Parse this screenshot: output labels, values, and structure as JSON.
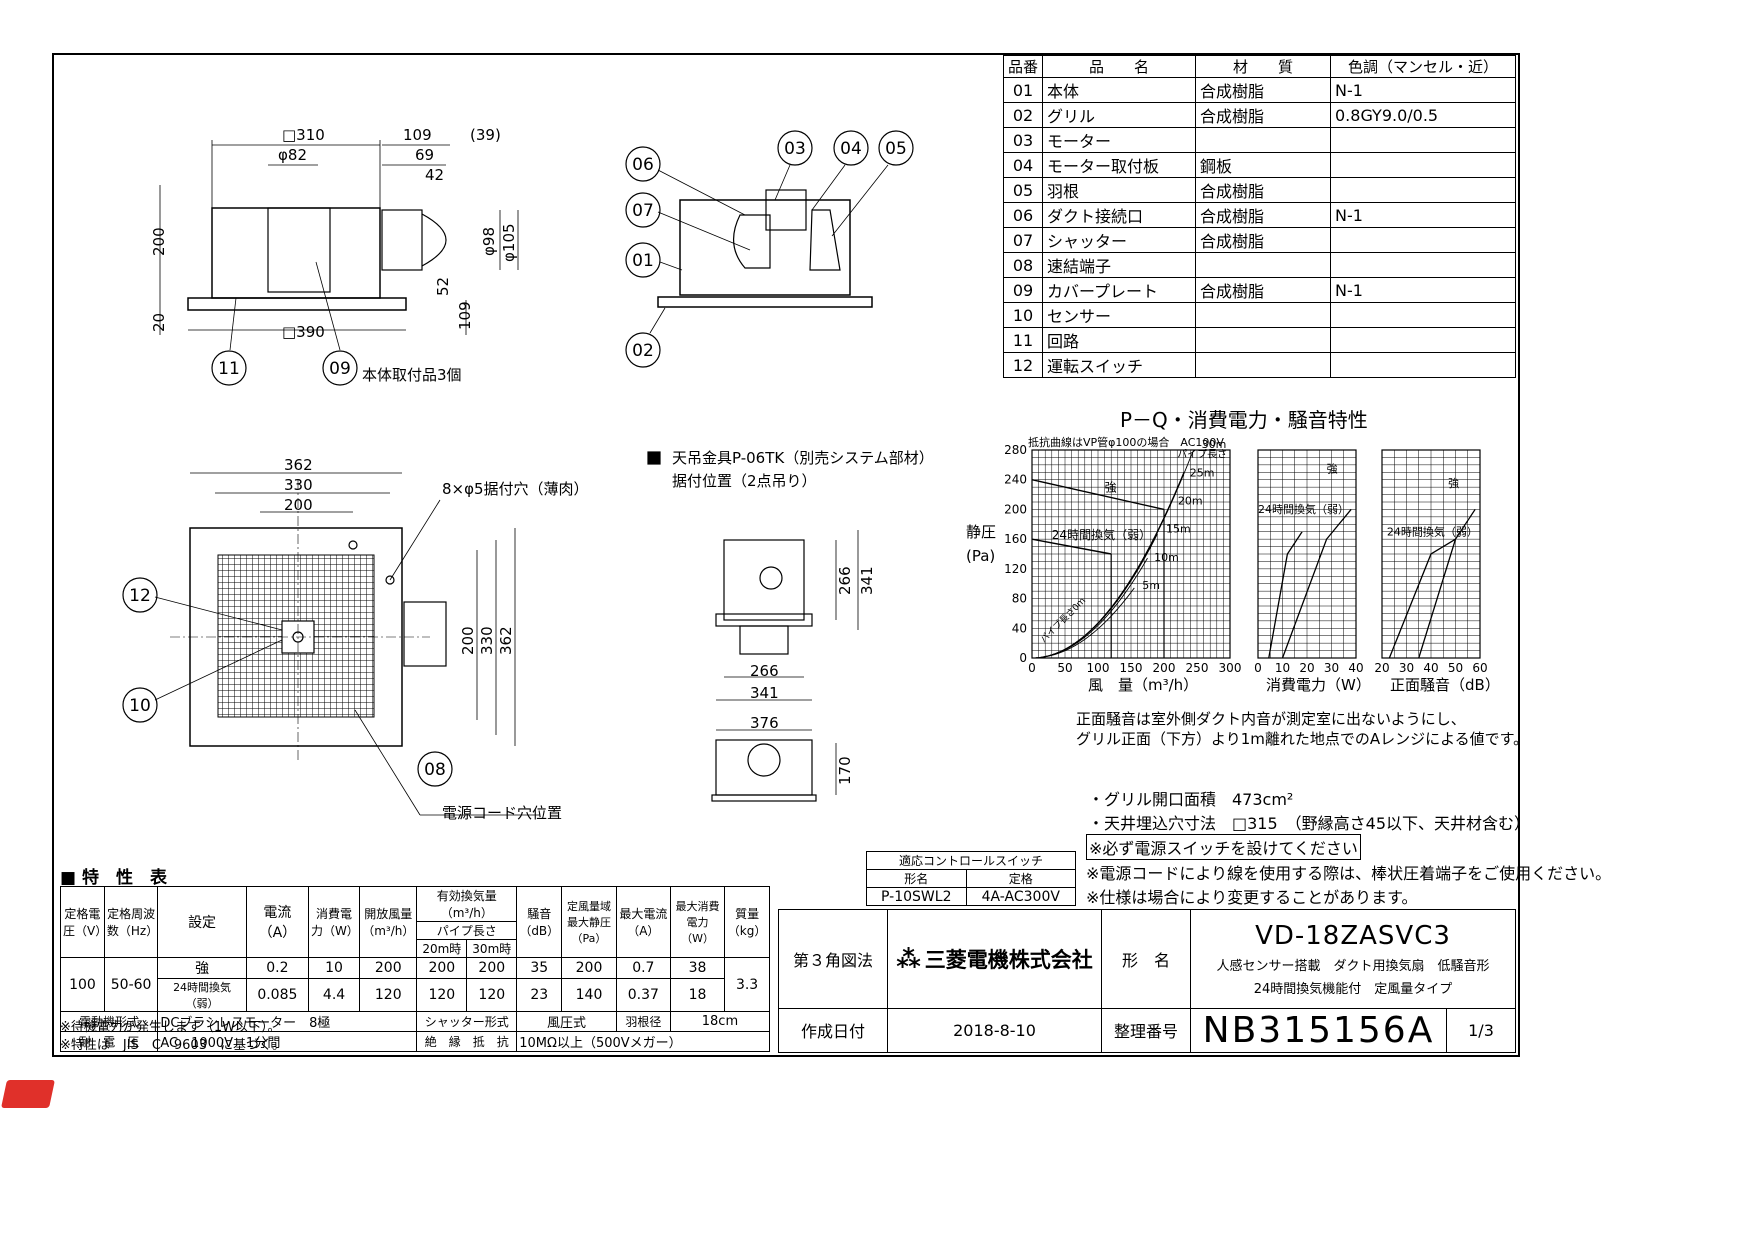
{
  "parts_table": {
    "headers": [
      "品番",
      "品　　名",
      "材　　質",
      "色調（マンセル・近）"
    ],
    "rows": [
      [
        "01",
        "本体",
        "合成樹脂",
        "N-1"
      ],
      [
        "02",
        "グリル",
        "合成樹脂",
        "0.8GY9.0/0.5"
      ],
      [
        "03",
        "モーター",
        "",
        ""
      ],
      [
        "04",
        "モーター取付板",
        "鋼板",
        ""
      ],
      [
        "05",
        "羽根",
        "合成樹脂",
        ""
      ],
      [
        "06",
        "ダクト接続口",
        "合成樹脂",
        "N-1"
      ],
      [
        "07",
        "シャッター",
        "合成樹脂",
        ""
      ],
      [
        "08",
        "速結端子",
        "",
        ""
      ],
      [
        "09",
        "カバープレート",
        "合成樹脂",
        "N-1"
      ],
      [
        "10",
        "センサー",
        "",
        ""
      ],
      [
        "11",
        "回路",
        "",
        ""
      ],
      [
        "12",
        "運転スイッチ",
        "",
        ""
      ]
    ]
  },
  "drawing_labels": {
    "dims_top": [
      "□310",
      "φ82",
      "109",
      "69",
      "42",
      "(39)",
      "200",
      "20",
      "□390",
      "52",
      "109",
      "φ98",
      "φ105"
    ],
    "mount_note": "本体取付品3個",
    "dims_plan": [
      "362",
      "330",
      "200",
      "200",
      "330",
      "362"
    ],
    "screw_hole": "8×φ5据付穴（薄肉）",
    "cord_hole": "電源コード穴位置",
    "hanger_title": "天吊金具P-06TK（別売システム部材）",
    "hanger_sub": "据付位置（2点吊り）",
    "dims_hanger": [
      "266",
      "341",
      "266",
      "341",
      "376",
      "170"
    ],
    "balloons": [
      "01",
      "02",
      "03",
      "04",
      "05",
      "06",
      "07",
      "08",
      "09",
      "10",
      "11",
      "12"
    ]
  },
  "chart_title": "P－Q・消費電力・騒音特性",
  "chart_data": {
    "type": "line",
    "note": "抵抗曲線はVP管φ100の場合　AC100V",
    "pq": {
      "xlabel": "風　量（m³/h）",
      "ylabel": "静圧(Pa)",
      "x_ticks": [
        0,
        50,
        100,
        150,
        200,
        250,
        300
      ],
      "y_ticks": [
        0,
        40,
        80,
        120,
        160,
        200,
        240,
        280
      ],
      "xlim": [
        0,
        300
      ],
      "ylim": [
        0,
        280
      ],
      "series": [
        {
          "name": "強",
          "x": [
            0,
            200
          ],
          "y": [
            240,
            200
          ]
        },
        {
          "name": "24時間換気（弱）",
          "x": [
            0,
            120
          ],
          "y": [
            160,
            140
          ]
        }
      ],
      "resistance_curves": [
        "5m",
        "10m",
        "15m",
        "20m",
        "25m",
        "30m"
      ],
      "resistance_label": "パイプ長さ",
      "resistance_axis_label": "パイプ長さ0m"
    },
    "power": {
      "xlabel": "消費電力（W）",
      "x_ticks": [
        0,
        10,
        20,
        30,
        40
      ],
      "labels": [
        "強",
        "24時間換気（弱）"
      ]
    },
    "noise": {
      "xlabel": "正面騒音（dB）",
      "x_ticks": [
        20,
        30,
        40,
        50,
        60
      ],
      "labels": [
        "強",
        "24時間換気（弱）"
      ]
    }
  },
  "notes": {
    "noise_note1": "正面騒音は室外側ダクト内音が測定室に出ないようにし、",
    "noise_note2": "グリル正面（下方）より1m離れた地点でのAレンジによる値です。",
    "grille_area": "・グリル開口面積　473cm²",
    "ceiling_hole": "・天井埋込穴寸法　□315　（野縁高さ45以下、天井材含む）",
    "power_switch": "※必ず電源スイッチを設けてください",
    "cord_note": "※電源コードにより線を使用する際は、棒状圧着端子をご使用ください。",
    "spec_change": "※仕様は場合により変更することがあります。"
  },
  "control_switch": {
    "title": "適応コントロールスイッチ",
    "headers": [
      "形名",
      "定格"
    ],
    "values": [
      "P-10SWL2",
      "4A-AC300V"
    ]
  },
  "spec_table": {
    "title": "■ 特　性　表",
    "headers": {
      "voltage": "定格電圧（V）",
      "freq": "定格周波数（Hz）",
      "setting": "設定",
      "current": "電流（A）",
      "power": "消費電力（W）",
      "open_flow": "開放風量（m³/h）",
      "eff_flow": "有効換気量（m³/h）",
      "pipe_len": "パイプ長さ",
      "m20": "20m時",
      "m30": "30m時",
      "noise": "騒音（dB）",
      "static": "定風量域最大静圧（Pa）",
      "max_current": "最大電流（A）",
      "max_power": "最大消費電力（W）",
      "mass": "質量（kg）"
    },
    "voltage": "100",
    "freq": "50-60",
    "mass": "3.3",
    "rows": [
      {
        "setting": "強",
        "current": "0.2",
        "power": "10",
        "open": "200",
        "m20": "200",
        "m30": "200",
        "noise": "35",
        "static": "200",
        "max_current": "0.7",
        "max_power": "38"
      },
      {
        "setting": "24時間換気（弱）",
        "current": "0.085",
        "power": "4.4",
        "open": "120",
        "m20": "120",
        "m30": "120",
        "noise": "23",
        "static": "140",
        "max_current": "0.37",
        "max_power": "18"
      }
    ],
    "motor_label": "電動機形式",
    "motor_value": "DCブラシレスモーター　8極",
    "shutter_label": "シャッター形式",
    "shutter_value": "風圧式",
    "blade_label": "羽根径",
    "blade_value": "18cm",
    "withstand_label": "耐　電　圧",
    "withstand_value": "AC　1000V　1分間",
    "insulation_label": "絶　縁　抵　抗",
    "insulation_value": "10MΩ以上（500Vメガー）",
    "footnote1": "※待機電力が発生します（1W以下）。",
    "footnote2": "※特性は　JIS　C　9603　に基づく。"
  },
  "title_block": {
    "projection": "第３角図法",
    "company": "三菱電機株式会社",
    "model_label": "形　名",
    "model": "VD-18ZASVC3",
    "desc1": "人感センサー搭載　ダクト用換気扇　低騒音形",
    "desc2": "24時間換気機能付　定風量タイプ",
    "date_label": "作成日付",
    "date": "2018-8-10",
    "ref_label": "整理番号",
    "ref": "NB315156A",
    "sheet": "1/3"
  }
}
